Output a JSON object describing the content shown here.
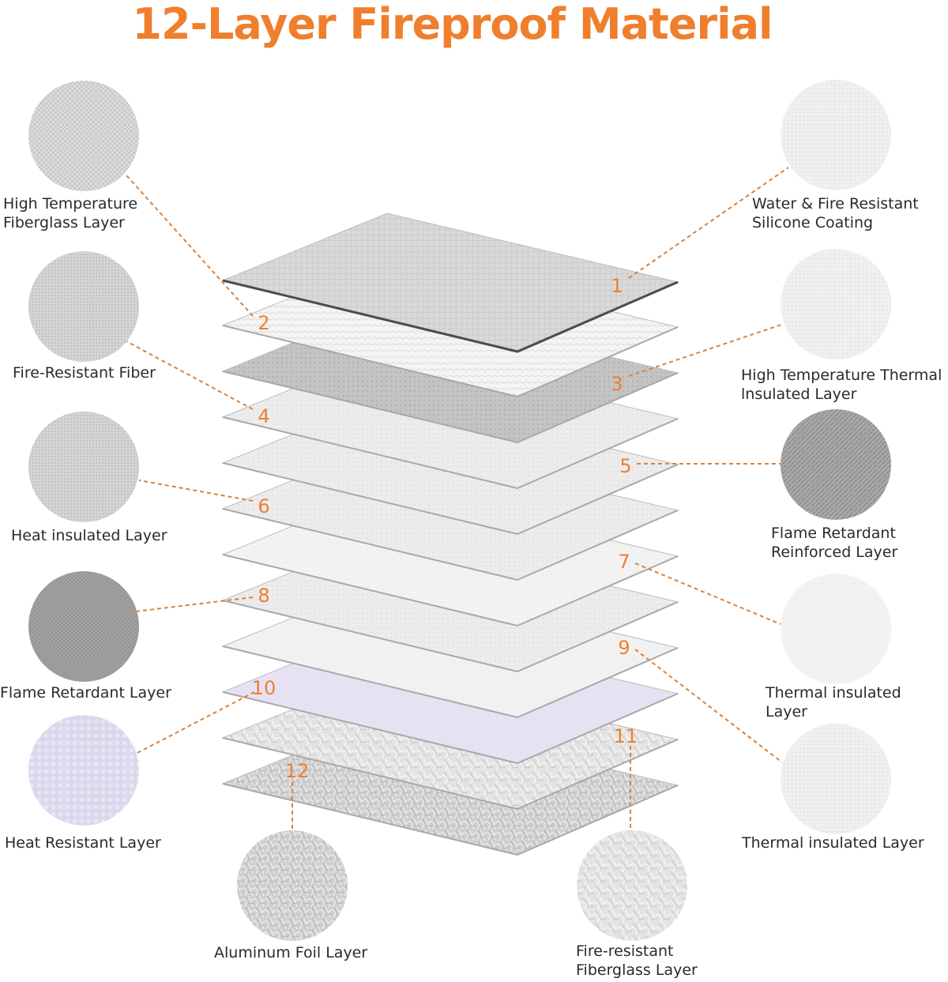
{
  "title": "12-Layer Fireproof Material",
  "colors": {
    "accent": "#ef7f2d",
    "leader": "#d9823b",
    "text": "#2a2a2a",
    "edge": "#5a5a5a",
    "purple_layer": "#e6e2f2"
  },
  "layers": [
    {
      "number": "1",
      "label_lines": [
        "Water & Fire Resistant",
        "Silicone Coating"
      ]
    },
    {
      "number": "2",
      "label_lines": [
        "High Temperature",
        "Fiberglass Layer"
      ]
    },
    {
      "number": "3",
      "label_lines": [
        "High Temperature Thermal",
        "lnsulated Layer"
      ]
    },
    {
      "number": "4",
      "label_lines": [
        "Fire-Resistant Fiber"
      ]
    },
    {
      "number": "5",
      "label_lines": [
        "Flame Retardant",
        "Reinforced Layer"
      ]
    },
    {
      "number": "6",
      "label_lines": [
        "Heat insulated Layer"
      ]
    },
    {
      "number": "7",
      "label_lines": [
        "Thermal insulated",
        "Layer"
      ]
    },
    {
      "number": "8",
      "label_lines": [
        "Flame Retardant Layer"
      ]
    },
    {
      "number": "9",
      "label_lines": [
        "Thermal insulated Layer"
      ]
    },
    {
      "number": "10",
      "label_lines": [
        "Heat Resistant Layer"
      ]
    },
    {
      "number": "11",
      "label_lines": [
        "Fire-resistant",
        "Fiberglass Layer"
      ]
    },
    {
      "number": "12",
      "label_lines": [
        "Aluminum Foil Layer"
      ]
    }
  ]
}
